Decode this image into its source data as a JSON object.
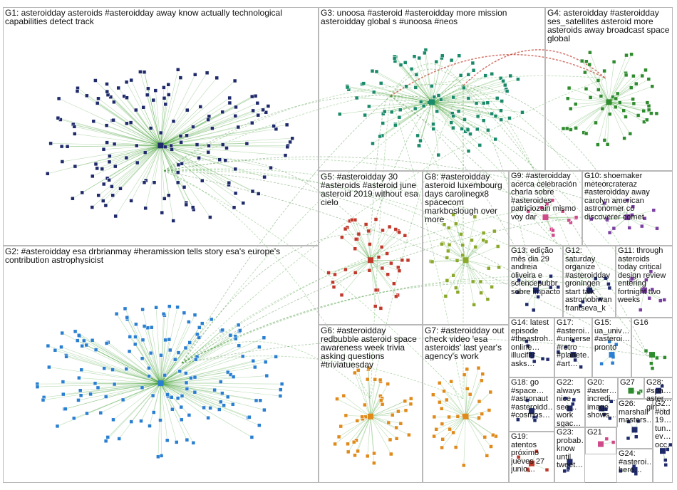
{
  "colors": {
    "edge_green": "#3a9a2a",
    "edge_dark_green": "#1e6e16",
    "edge_red": "#c0392b",
    "group_border": "#b8b8b8",
    "label_text": "#111111",
    "node_navy": "#1f2a6b",
    "node_blue": "#2a7fd0",
    "node_teal": "#1a8a6a",
    "node_green": "#2e8b2e",
    "node_red": "#c0392b",
    "node_olive": "#8aa82a",
    "node_orange": "#e08a1a",
    "node_purple": "#7a3fa0",
    "node_pink": "#d04a8a"
  },
  "groups": [
    {
      "id": "G1",
      "label": "G1: asteroidday asteroids #asteroidday away know actually technological capabilities detect track"
    },
    {
      "id": "G2",
      "label": "G2: #asteroidday esa drbrianmay #heramission tells story esa's europe's contribution astrophysicist"
    },
    {
      "id": "G3",
      "label": "G3: unoosa #asteroid #asteroidday more mission asteroidday global s #unoosa #neos"
    },
    {
      "id": "G4",
      "label": "G4: asteroidday #asteroidday ses_satellites asteroid more asteroids away broadcast space global"
    },
    {
      "id": "G5",
      "label": "G5: #asteroidday 30 #asteroids #asteroid june asteroid 2019 without esa cielo"
    },
    {
      "id": "G6",
      "label": "G6: #asteroidday redbubble asteroid space awareness week trivia asking questions #triviatuesday"
    },
    {
      "id": "G7",
      "label": "G7: #asteroidday out check video 'esa asteroids' last year's agency's work"
    },
    {
      "id": "G8",
      "label": "G8: #asteroidday asteroid luxembourg days carolinegx8 spacecom markboslough over more"
    },
    {
      "id": "G9",
      "label": "G9: #asteroidday acerca celebración charla sobre #asteroides patriciozain mismo voy dar"
    },
    {
      "id": "G10",
      "label": "G10: shoemaker meteorcrateraz #asteroidday away carolyn american astronomer co discoverer comet"
    },
    {
      "id": "G11",
      "label": "G11: through asteroids today critical design review entering fortnight two weeks"
    },
    {
      "id": "G12",
      "label": "G12: saturday organize #asteroidday groningen start talk astronobiwan frantseva_k"
    },
    {
      "id": "G13",
      "label": "G13: edição mês dia 29 andreia oliveira e sciencepubbr sobre impacto"
    },
    {
      "id": "G14",
      "label": "G14: latest episode #theastroh… online… illucifer asks…"
    },
    {
      "id": "G15",
      "label": "G15: ua_univ… #asteroi… pronto"
    },
    {
      "id": "G16",
      "label": "G16"
    },
    {
      "id": "G17",
      "label": "G17: #asteroi… #universe #retro #planete… #art…"
    },
    {
      "id": "G18",
      "label": "G18: go #space… #astronaut #asteroidd… #cosmos…"
    },
    {
      "id": "G19",
      "label": "G19: atentos próximo jueves 27 junio…"
    },
    {
      "id": "G20",
      "label": "G20: #aster… incredi… image shows…"
    },
    {
      "id": "G21",
      "label": "G21"
    },
    {
      "id": "G22",
      "label": "G22: always nice see… work sgac…"
    },
    {
      "id": "G23",
      "label": "G23: probab… know until tweet…"
    },
    {
      "id": "G24",
      "label": "G24: #asteroi… here…"
    },
    {
      "id": "G25",
      "label": "G2… #otd 19… tun… ev… occ…"
    },
    {
      "id": "G26",
      "label": "G26: marshall masters…"
    },
    {
      "id": "G27",
      "label": "G27"
    },
    {
      "id": "G28",
      "label": "G28: #spa… aster… girl…"
    }
  ]
}
